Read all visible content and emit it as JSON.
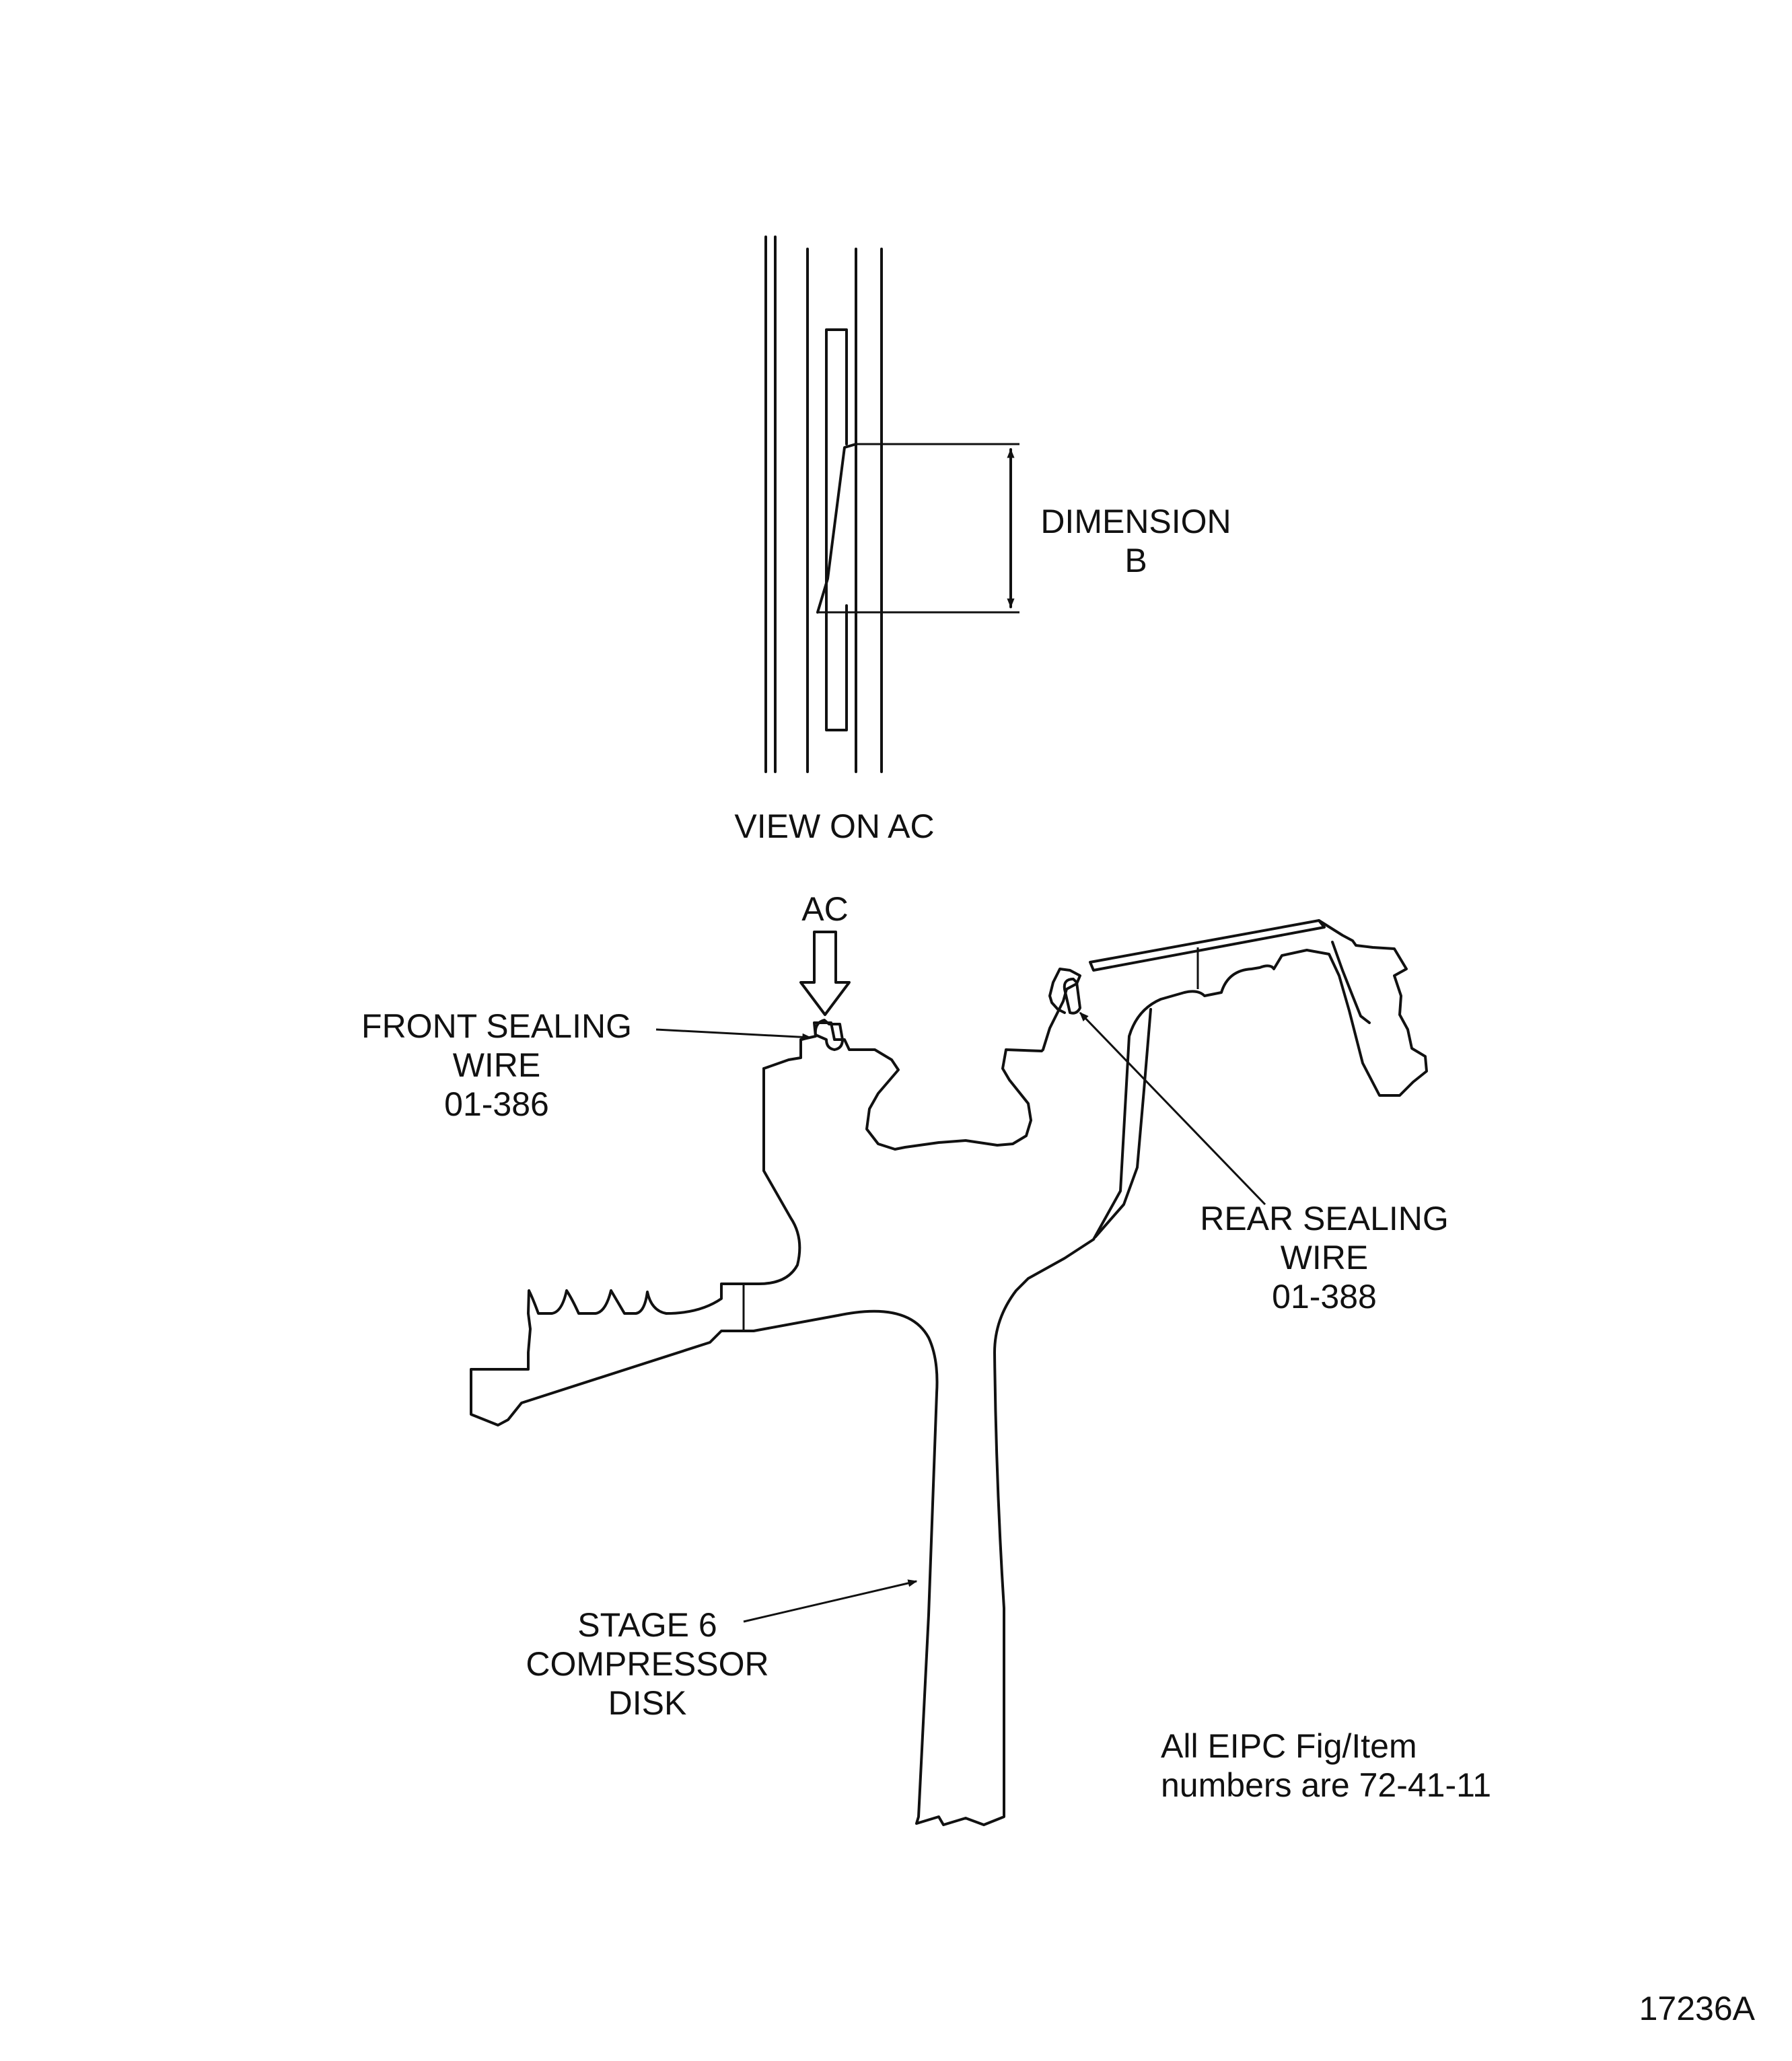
{
  "detail": {
    "dimension_label": [
      "DIMENSION",
      "B"
    ],
    "view_label": "VIEW ON AC"
  },
  "main": {
    "arrow_label": "AC",
    "front_wire": [
      "FRONT SEALING",
      "WIRE",
      "01-386"
    ],
    "rear_wire": [
      "REAR SEALING",
      "WIRE",
      "01-388"
    ],
    "disk": [
      "STAGE 6",
      "COMPRESSOR",
      "DISK"
    ]
  },
  "note": [
    "All EIPC Fig/Item",
    "numbers are 72-41-11"
  ],
  "figure_number": "17236A"
}
